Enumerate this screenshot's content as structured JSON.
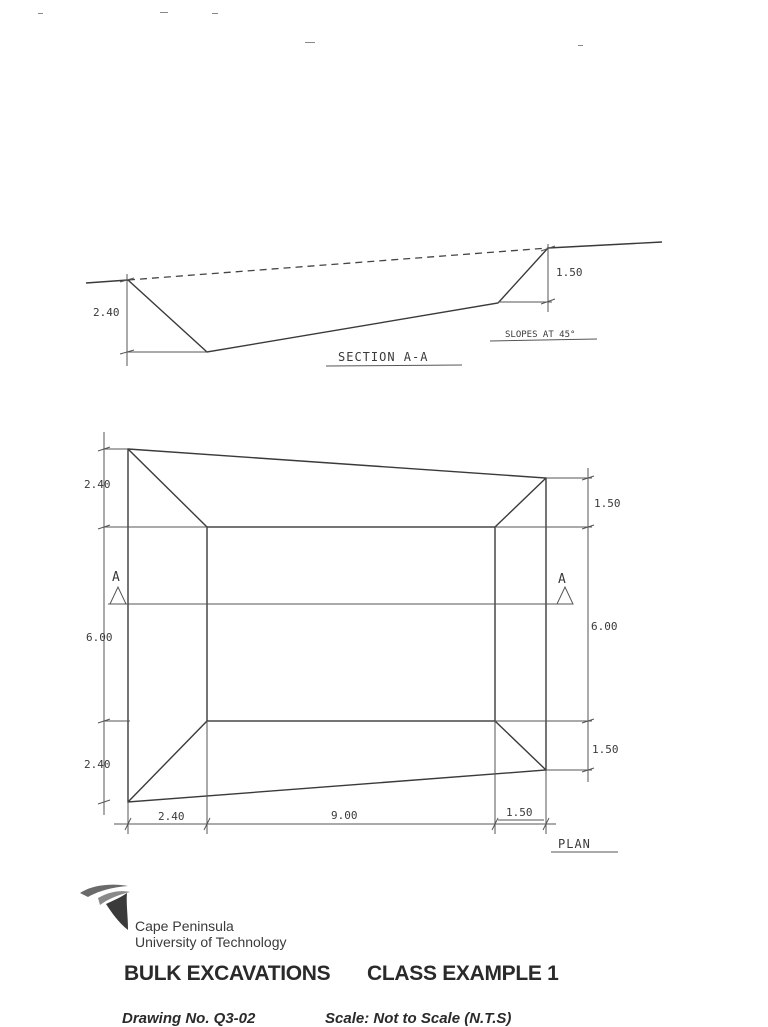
{
  "section": {
    "title": "SECTION A-A",
    "left_depth": "2.40",
    "right_depth": "1.50",
    "slope_note": "SLOPES AT 45°"
  },
  "plan": {
    "title": "PLAN",
    "section_marker": "A",
    "left_dims": [
      "2.40",
      "6.00",
      "2.40"
    ],
    "right_dims": [
      "1.50",
      "6.00",
      "1.50"
    ],
    "bottom_dims": [
      "2.40",
      "9.00",
      "1.50"
    ]
  },
  "logo": {
    "line1": "Cape Peninsula",
    "line2": "University of Technology"
  },
  "titles": {
    "main": "BULK EXCAVATIONS",
    "sub": "CLASS EXAMPLE 1"
  },
  "meta": {
    "drawing_no": "Drawing No. Q3-02",
    "scale": "Scale:  Not to Scale  (N.T.S)"
  }
}
